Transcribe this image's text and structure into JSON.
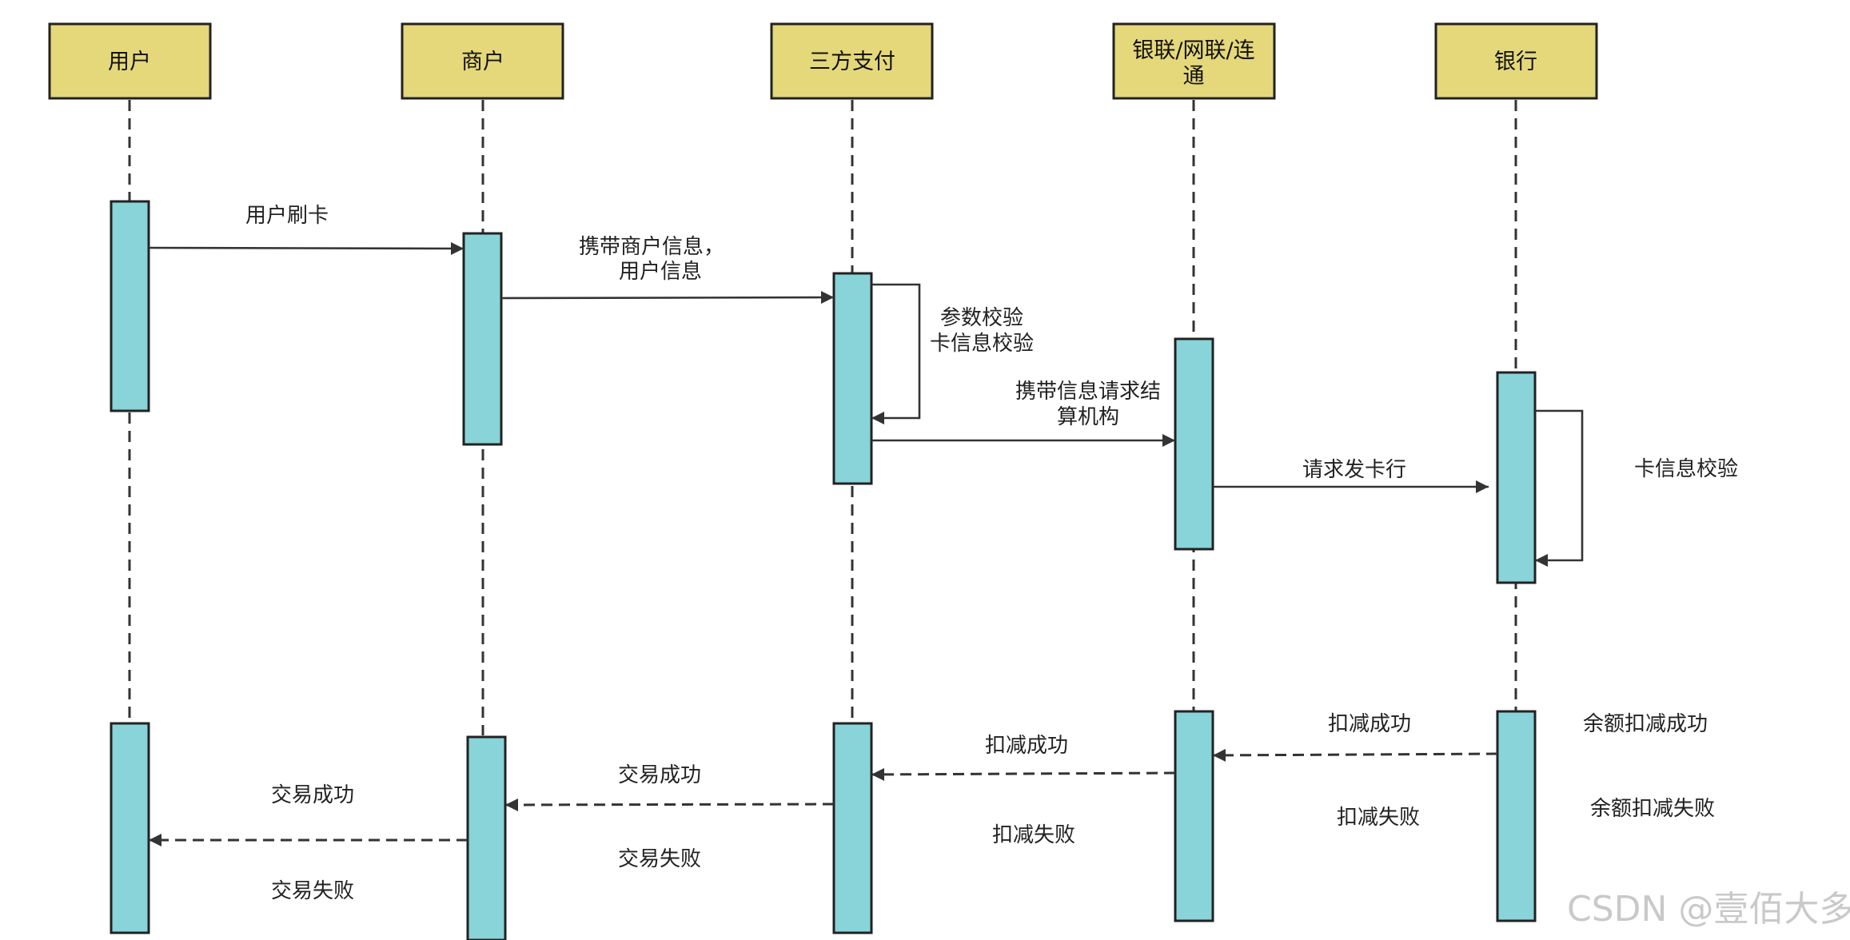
{
  "actors": [
    "用户",
    "商户",
    "三方支付",
    "银联/网联/连\n通",
    "银行"
  ],
  "messages": {
    "m1": [
      "用户刷卡"
    ],
    "m2": [
      "携带商户信息，",
      "用户信息"
    ],
    "self1": [
      "参数校验",
      "卡信息校验"
    ],
    "m3": [
      "携带信息请求结",
      "算机构"
    ],
    "m4": [
      "请求发卡行"
    ],
    "self2": [
      "卡信息校验"
    ],
    "r_bank_ok": [
      "扣减成功"
    ],
    "r_bank_fail": [
      "扣减失败"
    ],
    "bank_ok": [
      "余额扣减成功"
    ],
    "bank_fail": [
      "余额扣减失败"
    ],
    "r_union_ok": [
      "扣减成功"
    ],
    "r_union_fail": [
      "扣减失败"
    ],
    "r_pay_ok": [
      "交易成功"
    ],
    "r_pay_fail": [
      "交易失败"
    ],
    "r_merchant_ok": [
      "交易成功"
    ],
    "r_merchant_fail": [
      "交易失败"
    ]
  },
  "watermark": "CSDN @壹佰大多"
}
